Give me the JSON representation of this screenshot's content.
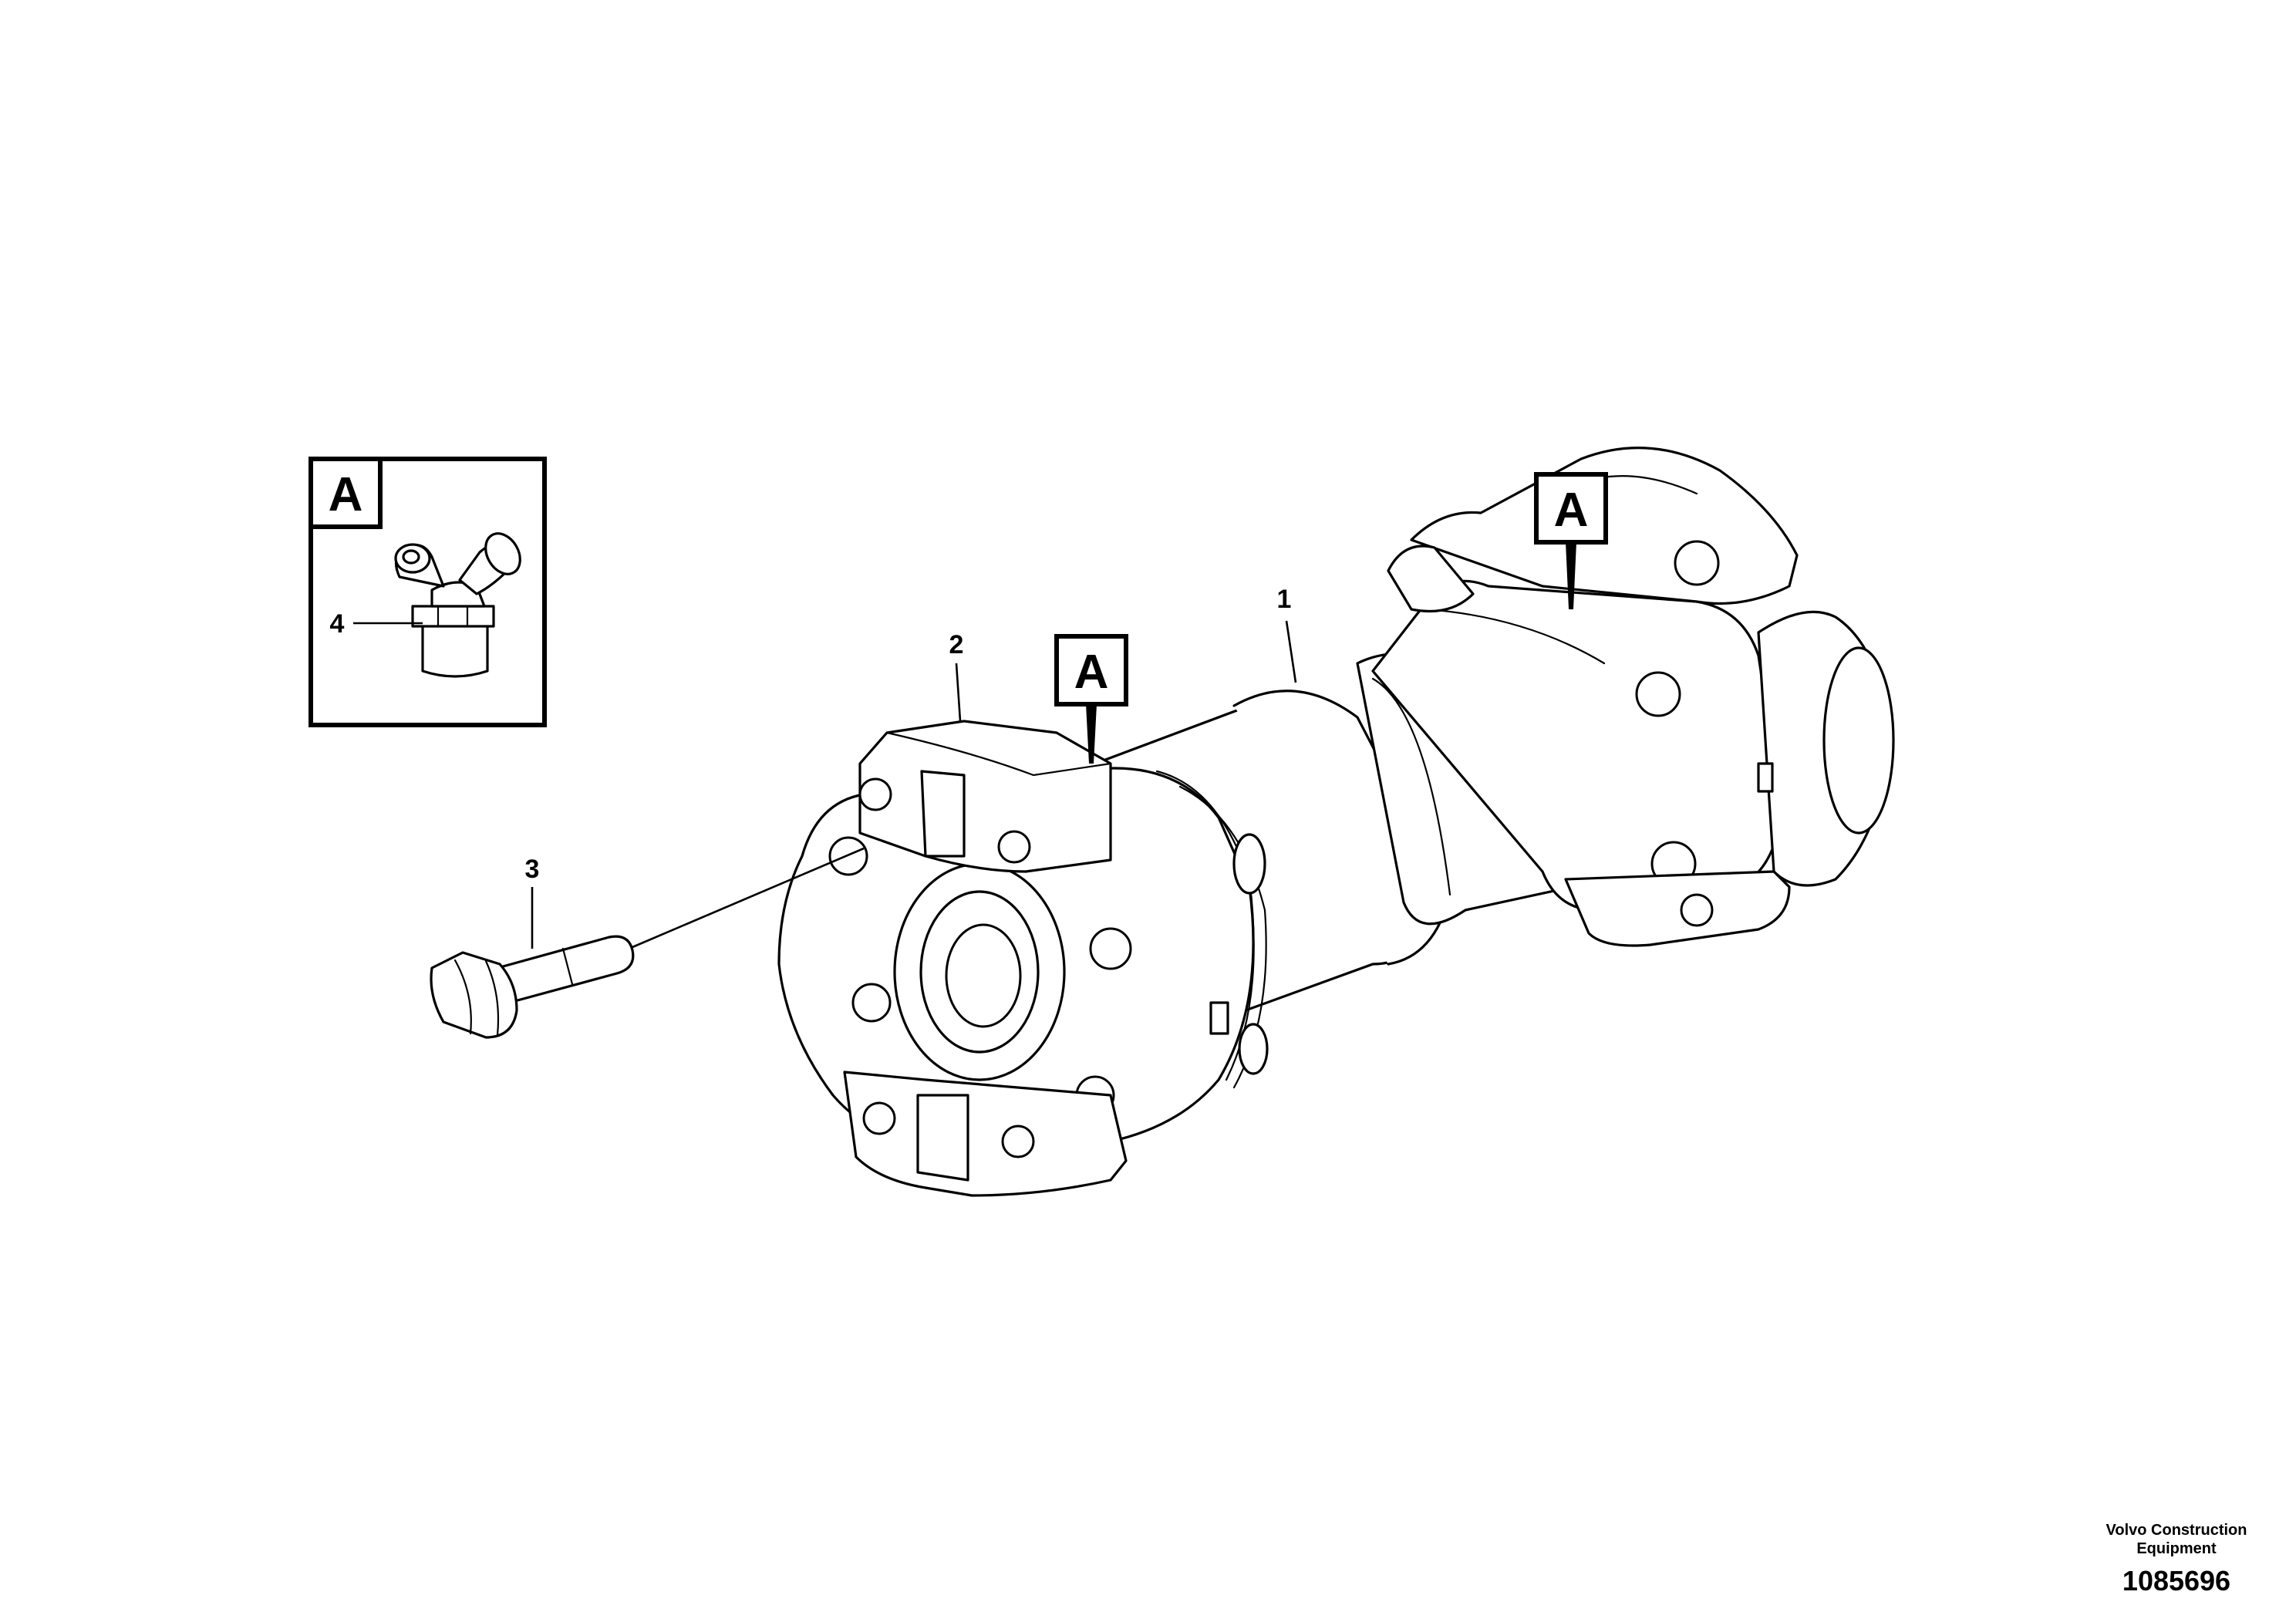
{
  "callouts": {
    "item_1": "1",
    "item_2": "2",
    "item_3": "3",
    "item_4": "4"
  },
  "detail_marker": "A",
  "footer": {
    "publisher_line1": "Volvo Construction",
    "publisher_line2": "Equipment",
    "illustration_number": "1085696"
  }
}
